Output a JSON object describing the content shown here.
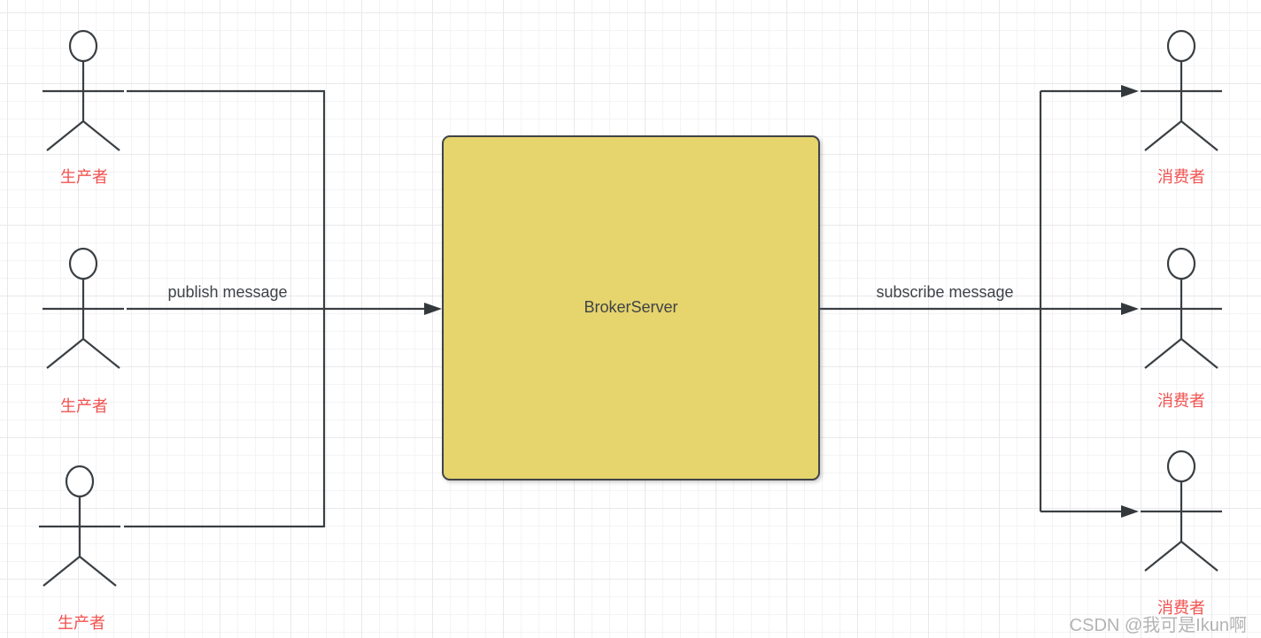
{
  "diagram": {
    "broker": {
      "label": "BrokerServer",
      "fill": "#e6d46d",
      "border": "#3f4449"
    },
    "edges": {
      "publish_label": "publish message",
      "subscribe_label": "subscribe message"
    },
    "producers": [
      {
        "label": "生产者"
      },
      {
        "label": "生产者"
      },
      {
        "label": "生产者"
      }
    ],
    "consumers": [
      {
        "label": "消费者"
      },
      {
        "label": "消费者"
      },
      {
        "label": "消费者"
      }
    ],
    "colors": {
      "actor_label": "#f0524f",
      "line": "#3a3f43",
      "edge_label": "#3e4347",
      "grid_minor": "#f4f4f6",
      "grid_major": "#e9e9ed"
    }
  },
  "watermark": {
    "text": "CSDN @我可是Ikun啊",
    "color": "#b4b4b4"
  }
}
